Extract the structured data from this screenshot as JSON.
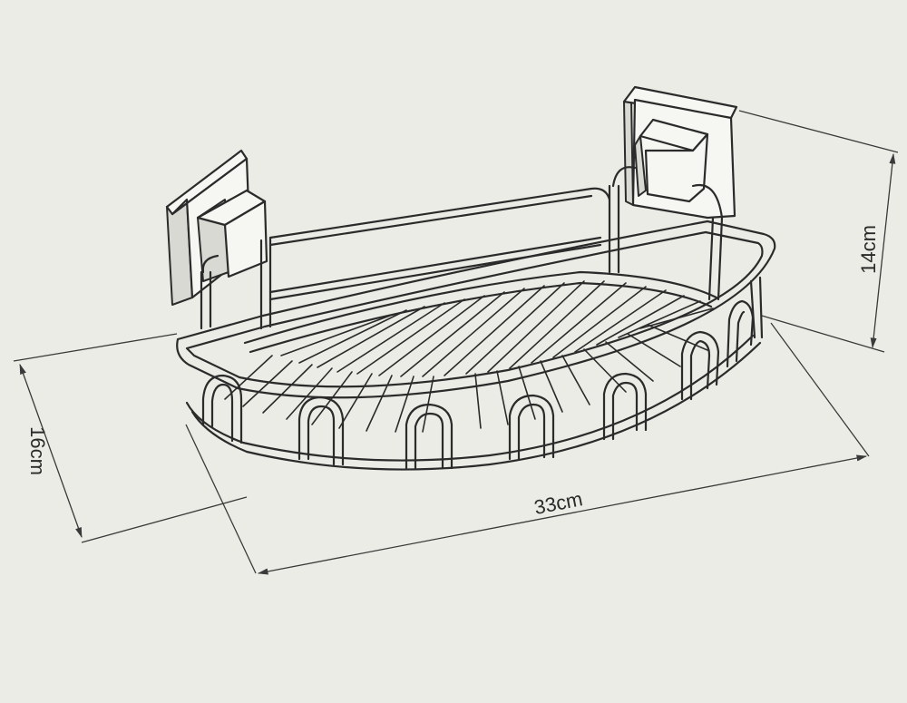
{
  "dimensions": {
    "height": "14cm",
    "depth": "16cm",
    "width": "33cm"
  },
  "colors": {
    "background": "#ecece6",
    "line": "#2b2b2b"
  }
}
